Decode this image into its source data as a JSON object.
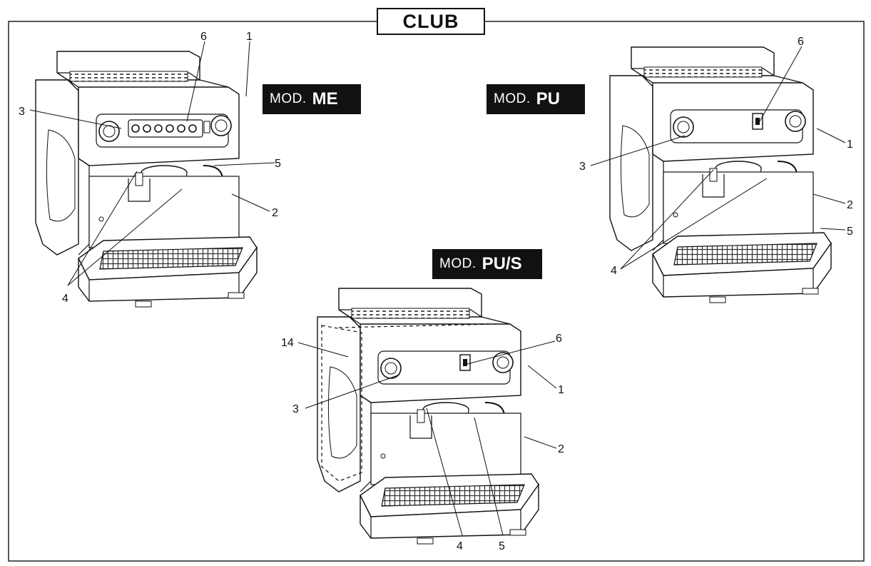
{
  "title": "CLUB",
  "models": [
    {
      "prefix": "MOD.",
      "name": "ME"
    },
    {
      "prefix": "MOD.",
      "name": "PU"
    },
    {
      "prefix": "MOD.",
      "name": "PU/S"
    }
  ],
  "callouts": {
    "me": [
      "6",
      "1",
      "3",
      "5",
      "2",
      "4"
    ],
    "pu": [
      "6",
      "1",
      "3",
      "2",
      "5",
      "4"
    ],
    "pus": [
      "14",
      "6",
      "1",
      "3",
      "2",
      "4",
      "5"
    ]
  }
}
